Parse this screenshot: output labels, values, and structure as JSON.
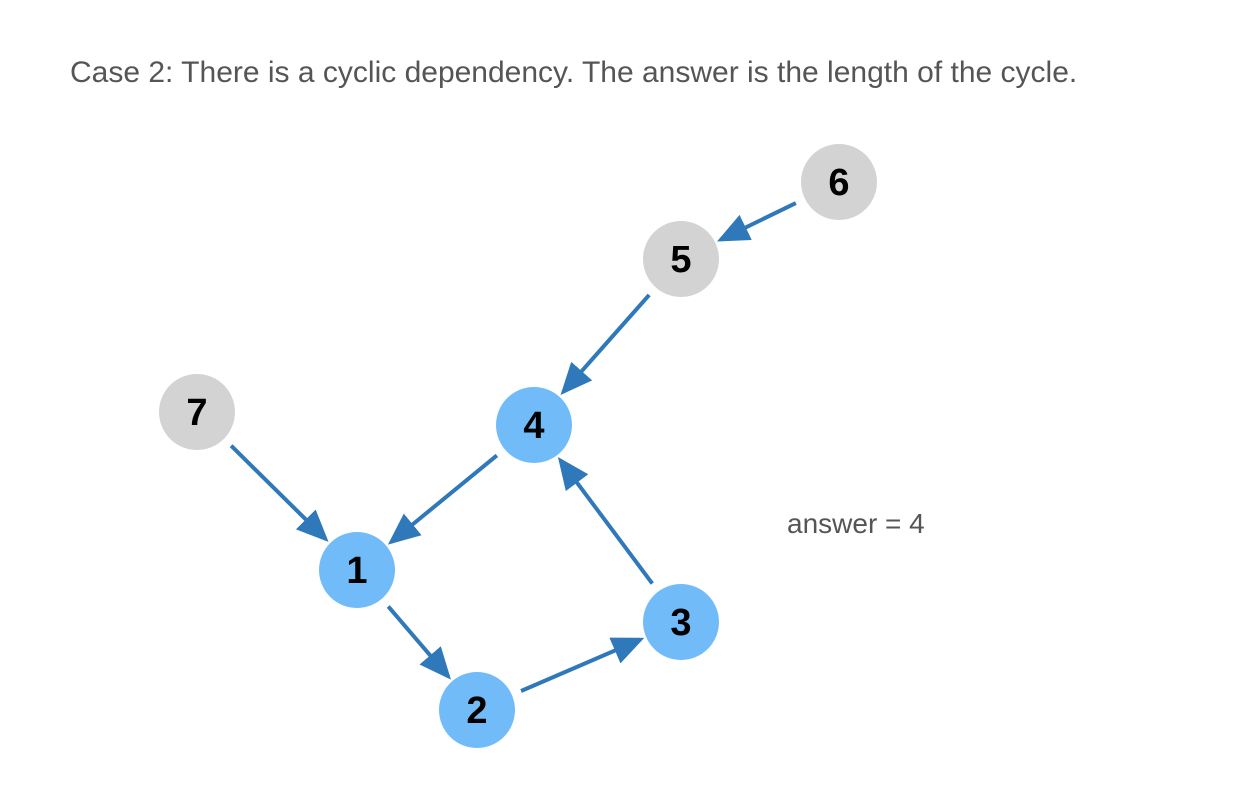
{
  "caption": "Case 2: There is a cyclic dependency. The answer is the length of the cycle.",
  "answer_text": "answer = 4",
  "colors": {
    "cycle_node": "#71bcf8",
    "other_node": "#d3d3d3",
    "edge": "#2f78b9",
    "text": "#555555"
  },
  "nodes": [
    {
      "id": "1",
      "label": "1",
      "in_cycle": true
    },
    {
      "id": "2",
      "label": "2",
      "in_cycle": true
    },
    {
      "id": "3",
      "label": "3",
      "in_cycle": true
    },
    {
      "id": "4",
      "label": "4",
      "in_cycle": true
    },
    {
      "id": "5",
      "label": "5",
      "in_cycle": false
    },
    {
      "id": "6",
      "label": "6",
      "in_cycle": false
    },
    {
      "id": "7",
      "label": "7",
      "in_cycle": false
    }
  ],
  "edges": [
    {
      "from": "6",
      "to": "5"
    },
    {
      "from": "5",
      "to": "4"
    },
    {
      "from": "4",
      "to": "1"
    },
    {
      "from": "7",
      "to": "1"
    },
    {
      "from": "1",
      "to": "2"
    },
    {
      "from": "2",
      "to": "3"
    },
    {
      "from": "3",
      "to": "4"
    }
  ]
}
